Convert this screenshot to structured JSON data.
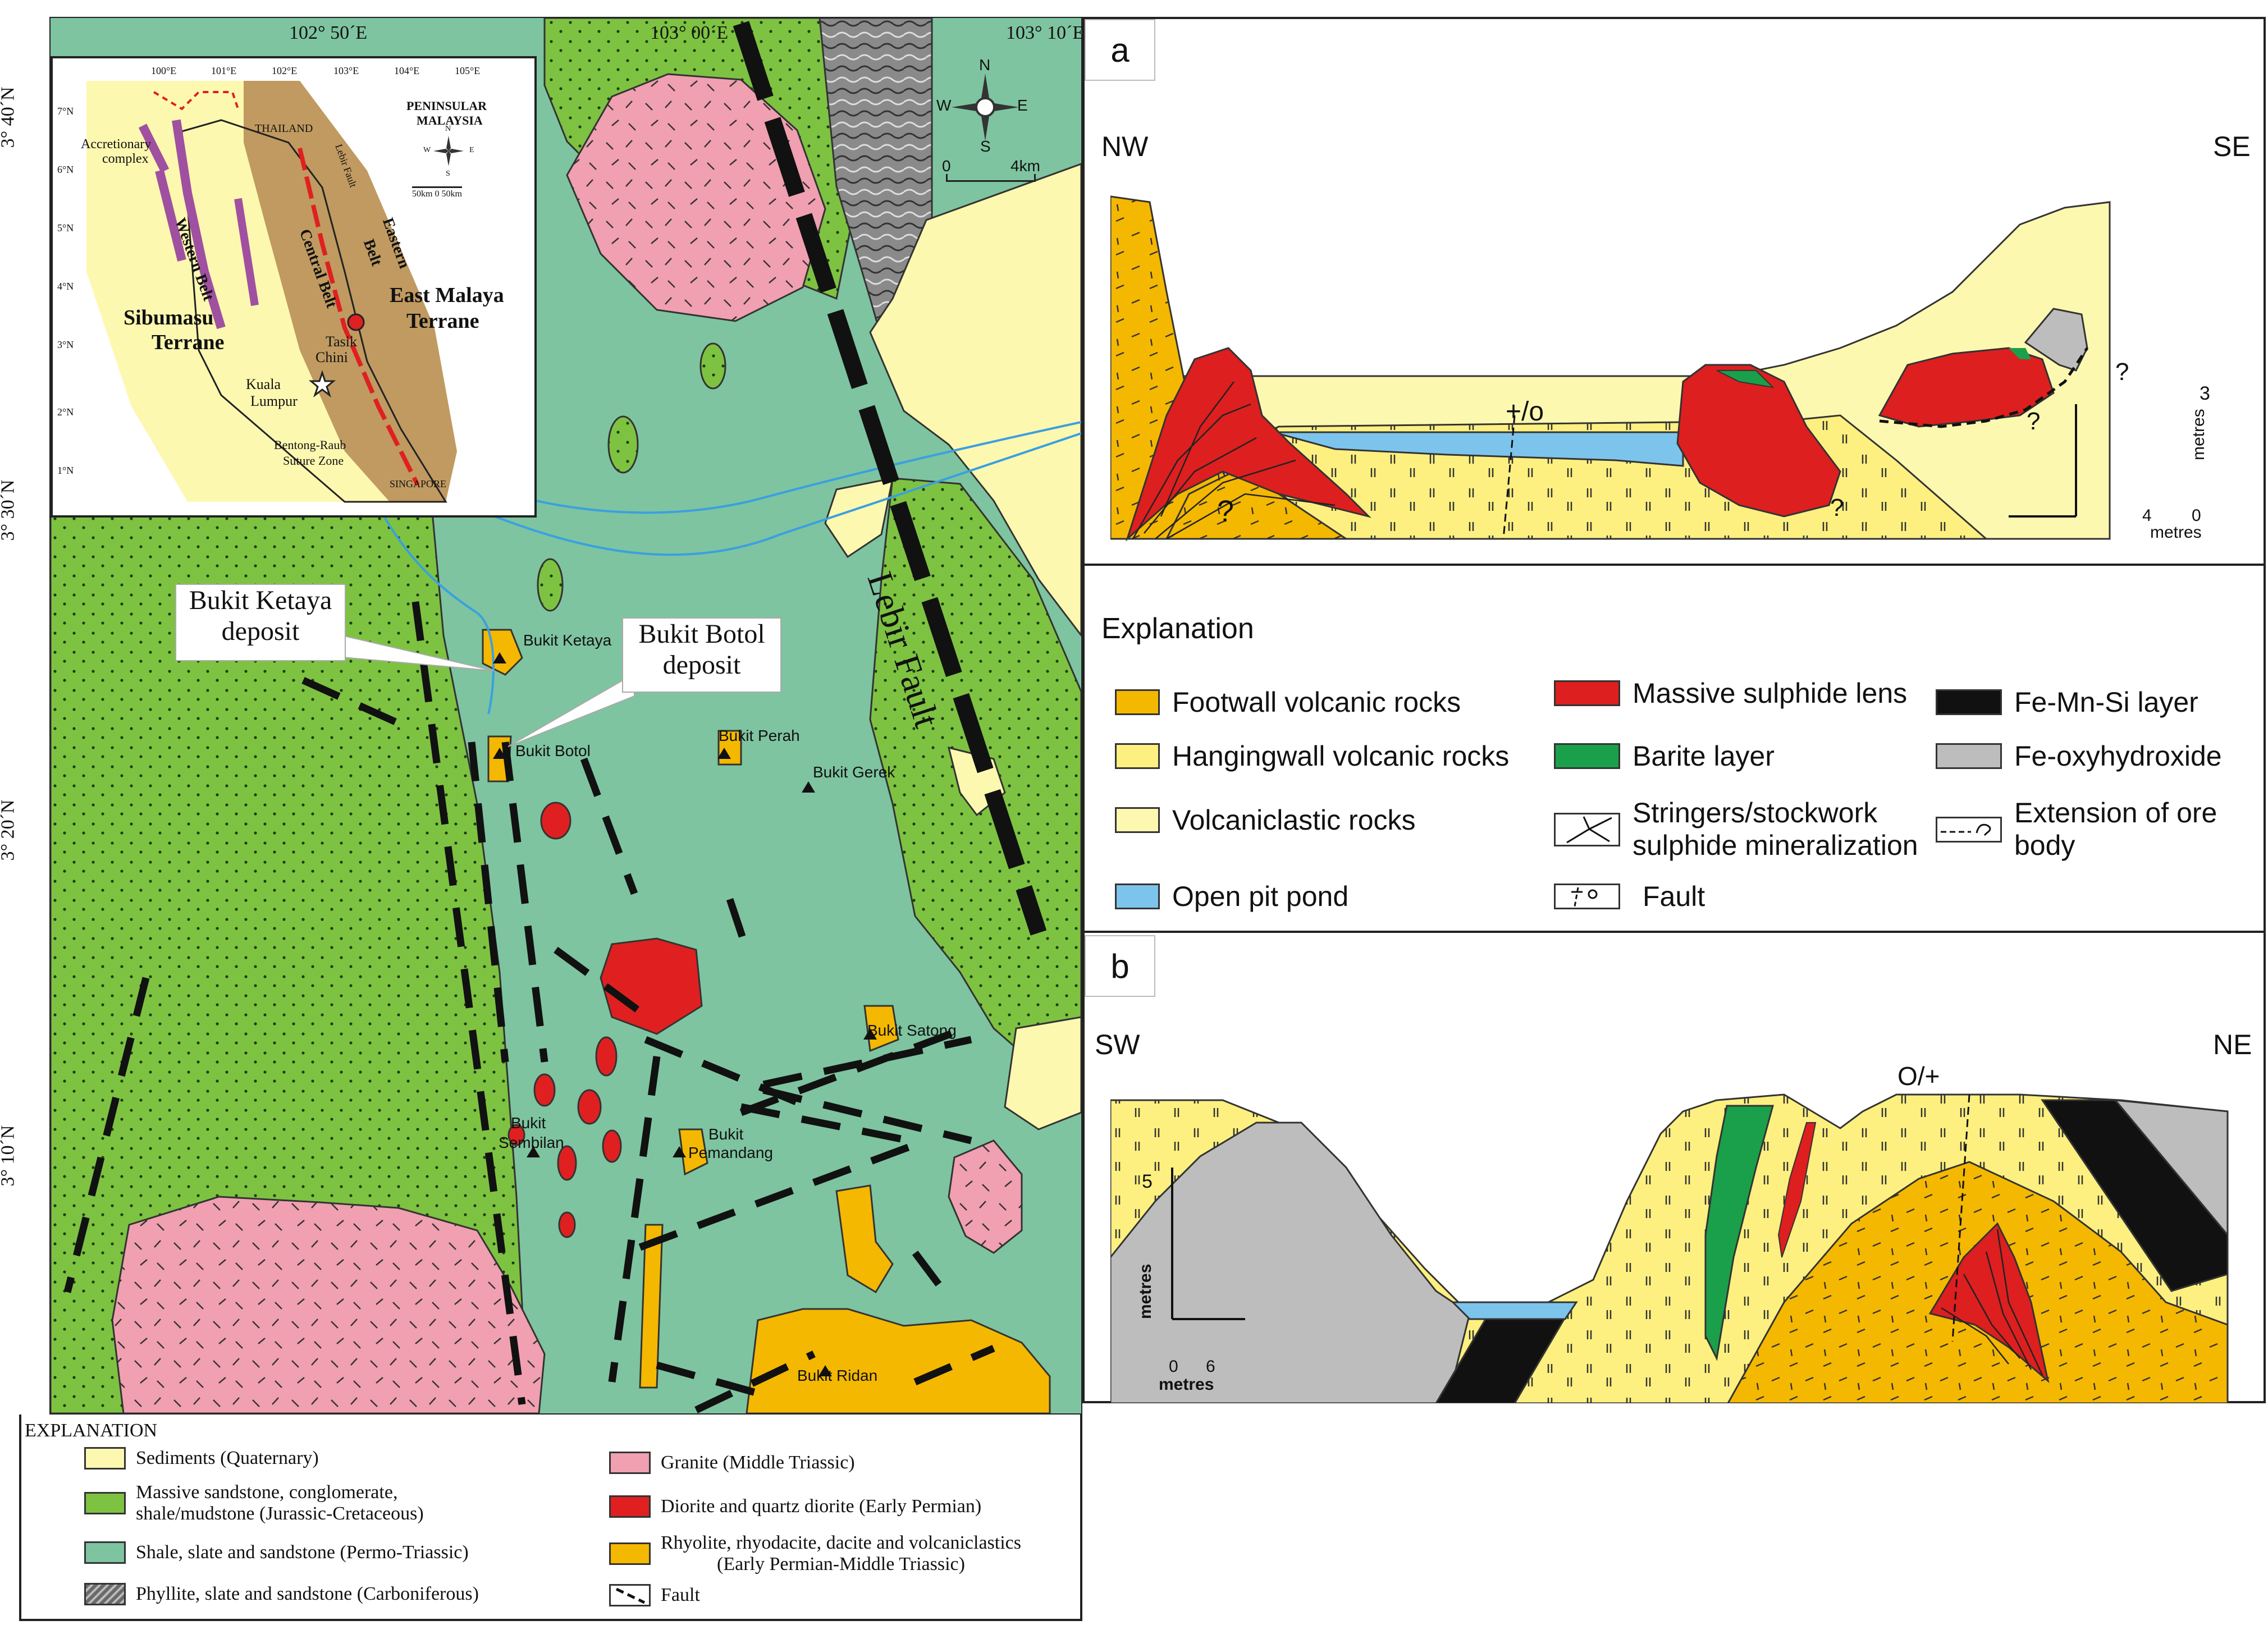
{
  "map": {
    "lon_labels": [
      "102° 50´E",
      "103° 00´E",
      "103° 10´E"
    ],
    "lat_labels": [
      "3° 40´N",
      "3° 30´N",
      "3° 20´N",
      "3° 10´N"
    ],
    "fault_label": "Lebir Fault",
    "north_arrow": {
      "n": "N",
      "s": "S",
      "e": "E",
      "w": "W"
    },
    "scale": {
      "zero": "0",
      "end": "4km"
    },
    "callouts": [
      {
        "line1": "Bukit Ketaya",
        "line2": "deposit"
      },
      {
        "line1": "Bukit Botol",
        "line2": "deposit"
      }
    ],
    "localities": [
      "Bukit Ketaya",
      "Bukit Botol",
      "Bukit Perah",
      "Bukit Gerek",
      "Bukit Satong",
      "Bukit",
      "Sembilan",
      "Bukit",
      "Pemandang",
      "Bukit Ridan"
    ],
    "colors": {
      "sandstone_green": "#7ec242",
      "shale_teal": "#7ec4a0",
      "granite_pink": "#f0a0b0",
      "diorite_red": "#e02020",
      "rhyolite_orange": "#f5b800",
      "sediments_yellow": "#fdf8b0",
      "phyllite_gray": "#8a8a8a",
      "water_blue": "#3aa0e0"
    }
  },
  "inset": {
    "title_line1": "PENINSULAR",
    "title_line2": "MALAYSIA",
    "lon_ticks": [
      "100°E",
      "101°E",
      "102°E",
      "103°E",
      "104°E",
      "105°E"
    ],
    "lat_ticks": [
      "7°N",
      "6°N",
      "5°N",
      "4°N",
      "3°N",
      "2°N",
      "1°N"
    ],
    "labels": {
      "accretionary_1": "Accretionary",
      "accretionary_2": "complex",
      "thailand": "THAILAND",
      "western_belt": "Western Belt",
      "central_belt": "Central Belt",
      "eastern": "Eastern",
      "belt": "Belt",
      "lebir_fault": "Lebir Fault",
      "sibumasu_1": "Sibumasu",
      "sibumasu_2": "Terrane",
      "east_malaya_1": "East Malaya",
      "east_malaya_2": "Terrane",
      "tasik_1": "Tasik",
      "tasik_2": "Chini",
      "kuala_1": "Kuala",
      "kuala_2": "Lumpur",
      "bentong_1": "Bentong-Raub",
      "bentong_2": "Suture Zone",
      "singapore": "SINGAPORE"
    },
    "compass": {
      "n": "N",
      "s": "S",
      "e": "E",
      "w": "W"
    },
    "scale": "50km 0 50km"
  },
  "map_legend": {
    "title": "EXPLANATION",
    "items": [
      {
        "label": "Sediments (Quaternary)",
        "color": "#fdf8b0"
      },
      {
        "label_1": "Massive sandstone, conglomerate,",
        "label_2": "shale/mudstone (Jurassic-Cretaceous)",
        "color": "#7ec242"
      },
      {
        "label": "Shale, slate and sandstone (Permo-Triassic)",
        "color": "#7ec4a0"
      },
      {
        "label": "Phyllite, slate and sandstone (Carboniferous)",
        "color": "#8a8a8a"
      },
      {
        "label": "Granite (Middle Triassic)",
        "color": "#f0a0b0"
      },
      {
        "label": "Diorite and quartz diorite (Early Permian)",
        "color": "#e02020"
      },
      {
        "label_1": "Rhyolite, rhyodacite, dacite and volcaniclastics",
        "label_2": "(Early Permian-Middle Triassic)",
        "color": "#f5b800"
      },
      {
        "label": "Fault"
      }
    ]
  },
  "section_a": {
    "panel_label": "a",
    "left_dir": "NW",
    "right_dir": "SE",
    "fault_mark": "+/o",
    "q": "?",
    "scale_v": "3",
    "scale_v_unit": "metres",
    "scale_h_0": "0",
    "scale_h_4": "4",
    "scale_h_unit": "metres"
  },
  "section_legend": {
    "title": "Explanation",
    "items": [
      {
        "label": "Footwall volcanic rocks",
        "color": "#f5b800"
      },
      {
        "label": "Hangingwall volcanic rocks",
        "color": "#fdf080"
      },
      {
        "label": "Volcaniclastic rocks",
        "color": "#fdf8b0"
      },
      {
        "label": "Open pit pond",
        "color": "#7cc4ec"
      },
      {
        "label": "Massive sulphide lens",
        "color": "#dd1f1f"
      },
      {
        "label": "Barite layer",
        "color": "#1aa04a"
      },
      {
        "label_1": "Stringers/stockwork",
        "label_2": "sulphide mineralization"
      },
      {
        "label": "Fault"
      },
      {
        "label": "Fe-Mn-Si layer",
        "color": "#111111"
      },
      {
        "label": "Fe-oxyhydroxide",
        "color": "#bdbdbd"
      },
      {
        "label_1": "Extension of ore",
        "label_2": "body"
      }
    ]
  },
  "section_b": {
    "panel_label": "b",
    "left_dir": "SW",
    "right_dir": "NE",
    "fault_mark": "O/+",
    "scale_v": "5",
    "scale_v_unit": "metres",
    "scale_h_0": "0",
    "scale_h_6": "6",
    "scale_h_unit": "metres"
  }
}
